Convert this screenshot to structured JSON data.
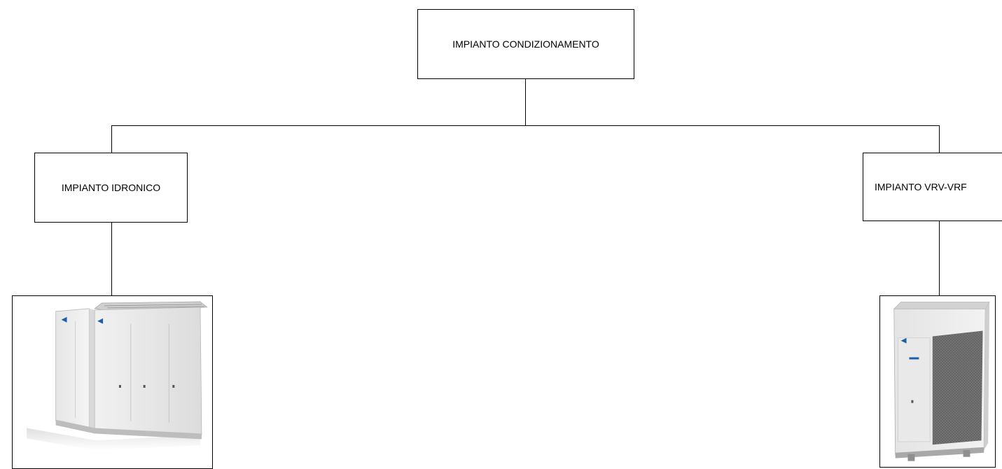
{
  "diagram": {
    "root": {
      "label": "IMPIANTO CONDIZIONAMENTO"
    },
    "children": [
      {
        "label": "IMPIANTO IDRONICO",
        "image": "hydronic-chiller-unit-photo"
      },
      {
        "label": "IMPIANTO VRV-VRF",
        "image": "vrv-outdoor-unit-photo"
      }
    ]
  }
}
